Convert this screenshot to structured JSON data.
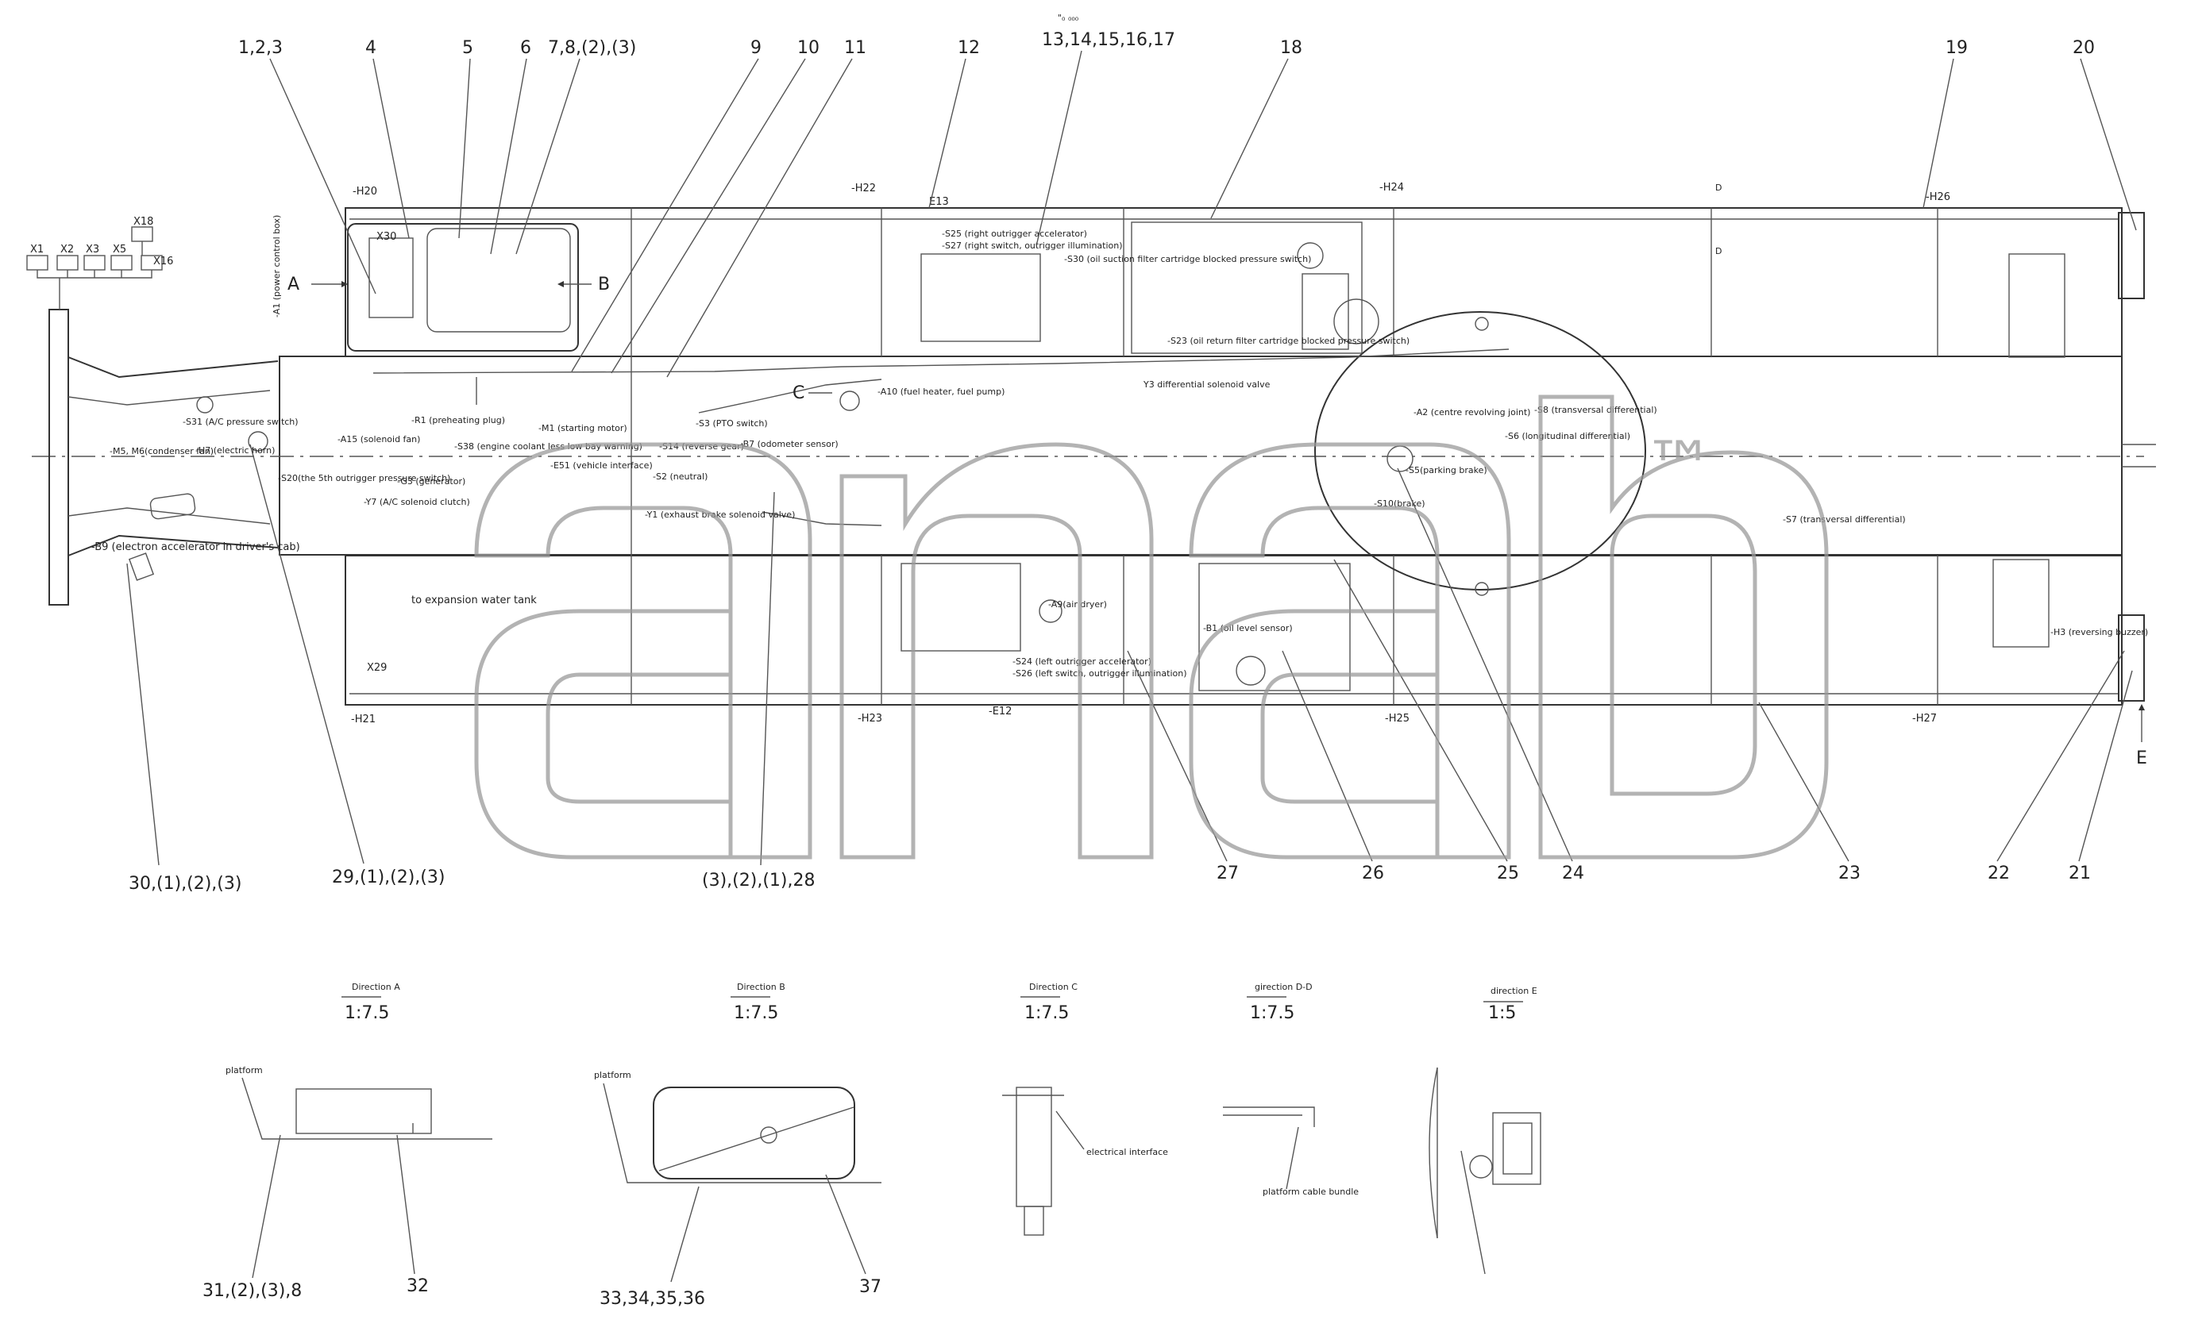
{
  "header": {
    "mark": "\"₀ ₀₀₀"
  },
  "callouts_top": [
    "1,2,3",
    "4",
    "5",
    "6",
    "7,8,(2),(3)",
    "9",
    "10",
    "11",
    "12",
    "13,14,15,16,17",
    "18",
    "19",
    "20"
  ],
  "callouts_bottom": [
    "30,(1),(2),(3)",
    "29,(1),(2),(3)",
    "(3),(2),(1),28",
    "27",
    "26",
    "25",
    "24",
    "23",
    "22",
    "21"
  ],
  "connectors": [
    "X18",
    "X1",
    "X2",
    "X3",
    "X5",
    "X16",
    "X30",
    "X29"
  ],
  "lamp_labels": [
    "-H20",
    "-H22",
    "E13",
    "-H24",
    "-H26",
    "-H21",
    "-H23",
    "-E12",
    "-H25",
    "-H27"
  ],
  "view_letters": {
    "a": "A",
    "b": "B",
    "c": "C",
    "d": "D",
    "e": "E"
  },
  "component_labels": {
    "power_control_box": "-A1 (power control box)",
    "ac_pressure": "-S31 (A/C pressure switch)",
    "condenser_fan": "-M5, M6(condenser fan)",
    "electric_horn": "-H7 (electric horn)",
    "outrigger_pressure": "-S20(the 5th outrigger pressure switch)",
    "electron_accel": "-B9 (electron accelerator in driver's cab)",
    "solenoid_fan": "-A15 (solenoid fan)",
    "preheating_plug": "-R1 (preheating plug)",
    "engine_coolant": "-S38 (engine coolant less low bay warning)",
    "generator": "-G3 (generator)",
    "ac_clutch": "-Y7 (A/C solenoid clutch)",
    "starting_motor": "-M1 (starting motor)",
    "vehicle_interface": "-E51 (vehicle interface)",
    "pto_switch": "-S3 (PTO switch)",
    "reverse_gear": "-S14 (reverse gear)",
    "neutral": "-S2 (neutral)",
    "odometer": "-B7 (odometer sensor)",
    "exhaust_brake": "-Y1 (exhaust brake solenoid valve)",
    "fuel_heater": "-A10 (fuel heater, fuel pump)",
    "expansion_tank": "to expansion water tank",
    "right_accel": "-S25 (right outrigger accelerator)",
    "right_switch": "-S27 (right switch, outrigger illumination)",
    "oil_suction": "-S30 (oil suction filter cartridge blocked pressure switch)",
    "oil_return": "-S23 (oil return filter cartridge blocked pressure switch)",
    "diff_valve": "Y3 differential solenoid valve",
    "centre_revolving": "-A2 (centre revolving joint)",
    "transversal_diff": "-S8 (transversal differential)",
    "longitudinal_diff": "-S6 (longitudinal differential)",
    "parking_brake": "-S5(parking brake)",
    "brake": "-S10(brake)",
    "transversal_diff_2": "-S7 (transversal differential)",
    "air_dryer": "-A9(air dryer)",
    "left_accel": "-S24 (left outrigger accelerator)",
    "left_switch": "-S26 (left switch, outrigger illumination)",
    "oil_level": "-B1 (oil level sensor)",
    "reversing_buzzer": "-H3 (reversing buzzer)"
  },
  "detail_views": [
    {
      "title": "Direction A",
      "scale": "1:7.5",
      "labels": [
        "platform"
      ],
      "callouts": [
        "31,(2),(3),8",
        "32"
      ]
    },
    {
      "title": "Direction B",
      "scale": "1:7.5",
      "labels": [
        "platform"
      ],
      "callouts": [
        "33,34,35,36",
        "37"
      ]
    },
    {
      "title": "Direction C",
      "scale": "1:7.5",
      "labels": [
        "electrical interface"
      ],
      "callouts": []
    },
    {
      "title": "girection D-D",
      "scale": "1:7.5",
      "labels": [
        "platform cable bundle"
      ],
      "callouts": []
    },
    {
      "title": "direction E",
      "scale": "1:5",
      "labels": [],
      "callouts": []
    }
  ],
  "watermark": {
    "text": "anab",
    "tm": "™"
  }
}
